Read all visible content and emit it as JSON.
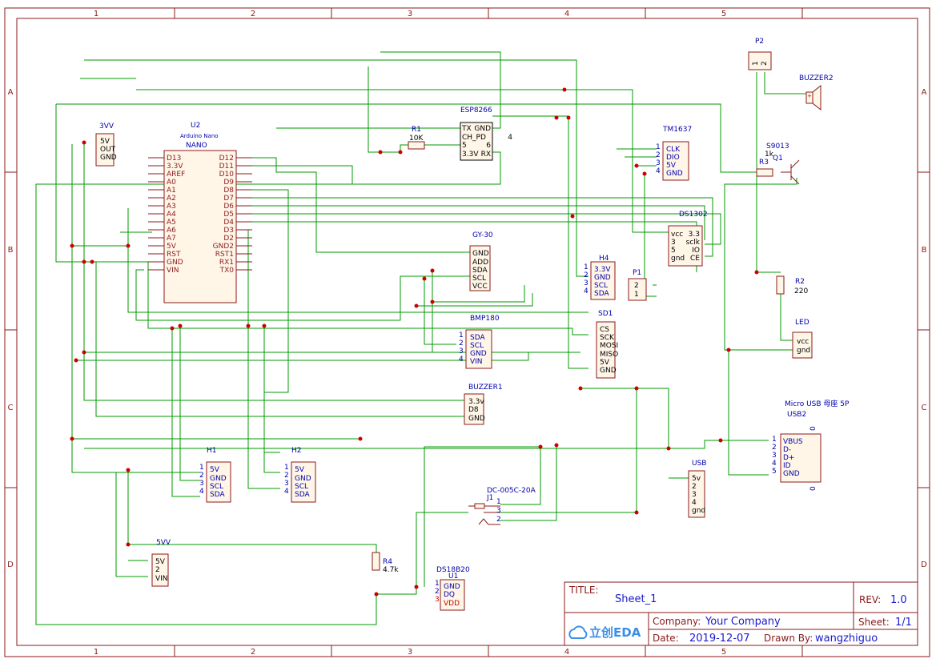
{
  "frame": {
    "cols": [
      "1",
      "2",
      "3",
      "4",
      "5"
    ],
    "rows": [
      "A",
      "B",
      "C",
      "D"
    ]
  },
  "title_block": {
    "title_label": "TITLE:",
    "title_value": "Sheet_1",
    "rev_label": "REV:",
    "rev_value": "1.0",
    "company_label": "Company:",
    "company_value": "Your Company",
    "sheet_label": "Sheet:",
    "sheet_value": "1/1",
    "date_label": "Date:",
    "date_value": "2019-12-07",
    "drawn_label": "Drawn By:",
    "drawn_value": "wangzhiguo",
    "logo_text": "立创EDA"
  },
  "components": {
    "vv3": {
      "title": "3VV",
      "pins": [
        "5V",
        "OUT",
        "GND"
      ]
    },
    "u2": {
      "title": "U2",
      "subtitle": "Arduino Nano",
      "name": "NANO",
      "left_pins": [
        "D13",
        "3.3V",
        "AREF",
        "A0",
        "A1",
        "A2",
        "A3",
        "A4",
        "A5",
        "A6",
        "A7",
        "5V",
        "RST",
        "GND",
        "VIN"
      ],
      "right_pins": [
        "D12",
        "D11",
        "D10",
        "D9",
        "D8",
        "D7",
        "D6",
        "D5",
        "D4",
        "D3",
        "D2",
        "GND2",
        "RST1",
        "RX1",
        "TX0"
      ]
    },
    "esp": {
      "title": "ESP8266",
      "rows": [
        {
          "l": "TX",
          "r": "GND"
        },
        {
          "l": "CH_PD",
          "r": "4"
        },
        {
          "l": "5",
          "r": "6"
        },
        {
          "l": "3.3V",
          "r": "RX"
        }
      ]
    },
    "r1": {
      "title": "R1",
      "value": "10K"
    },
    "tm": {
      "title": "TM1637",
      "nums": [
        "1",
        "2",
        "3",
        "4"
      ],
      "pins": [
        "CLK",
        "DIO",
        "5V",
        "GND"
      ]
    },
    "p2": {
      "title": "P2",
      "pins": [
        "1",
        "2"
      ]
    },
    "buzzer2": {
      "title": "BUZZER2"
    },
    "q1": {
      "title": "S9013",
      "name": "Q1"
    },
    "r3": {
      "title": "R3",
      "value": "1k"
    },
    "ds1302": {
      "title": "DS1302",
      "rows": [
        {
          "l": "vcc",
          "r": "3.3"
        },
        {
          "l": "3",
          "r": "sclk"
        },
        {
          "l": "5",
          "r": "IO"
        },
        {
          "l": "gnd",
          "r": "CE"
        }
      ]
    },
    "gy30": {
      "title": "GY-30",
      "pins": [
        "GND",
        "ADD",
        "SDA",
        "SCL",
        "VCC"
      ]
    },
    "h4": {
      "title": "H4",
      "nums": [
        "1",
        "2",
        "3",
        "4"
      ],
      "pins": [
        "3.3V",
        "GND",
        "SCL",
        "SDA"
      ]
    },
    "p1": {
      "title": "P1",
      "pins": [
        "2",
        "1"
      ]
    },
    "r2": {
      "title": "R2",
      "value": "220"
    },
    "led": {
      "title": "LED",
      "pins": [
        "vcc",
        "gnd"
      ]
    },
    "bmp": {
      "title": "BMP180",
      "nums": [
        "1",
        "2",
        "3",
        "4"
      ],
      "pins": [
        "SDA",
        "SCL",
        "GND",
        "VIN"
      ]
    },
    "sd1": {
      "title": "SD1",
      "pins": [
        "CS",
        "SCK",
        "MOSI",
        "MISO",
        "5V",
        "GND"
      ]
    },
    "buzzer1": {
      "title": "BUZZER1",
      "pins": [
        "3.3v",
        "D8",
        "GND"
      ]
    },
    "usb2": {
      "title": "Micro USB 母座 5P",
      "name": "USB2",
      "nums": [
        "1",
        "2",
        "3",
        "4",
        "5"
      ],
      "pins": [
        "VBUS",
        "D-",
        "D+",
        "ID",
        "GND"
      ],
      "shell": [
        "0",
        "0"
      ]
    },
    "h1": {
      "title": "H1",
      "nums": [
        "1",
        "2",
        "3",
        "4"
      ],
      "pins": [
        "5V",
        "GND",
        "SCL",
        "SDA"
      ]
    },
    "h2": {
      "title": "H2",
      "nums": [
        "1",
        "2",
        "3",
        "4"
      ],
      "pins": [
        "5V",
        "GND",
        "SCL",
        "SDA"
      ]
    },
    "usb": {
      "title": "USB",
      "pins": [
        "5v",
        "2",
        "3",
        "4",
        "gnd"
      ]
    },
    "dc": {
      "title": "DC-005C-20A",
      "name": "J1",
      "nums": [
        "1",
        "3",
        "2"
      ]
    },
    "vv5": {
      "title": "5VV",
      "pins": [
        "5V",
        "2",
        "VIN"
      ]
    },
    "r4": {
      "title": "R4",
      "value": "4.7k"
    },
    "ds18": {
      "title": "DS18B20",
      "name": "U1",
      "nums": [
        "1",
        "2",
        "3"
      ],
      "pins": [
        "GND",
        "DQ",
        "VDD"
      ]
    }
  }
}
